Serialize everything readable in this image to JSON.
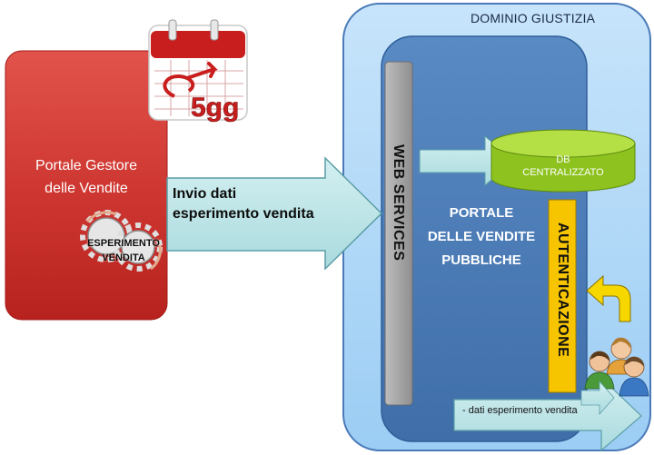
{
  "domain_title": "DOMINIO GIUSTIZIA",
  "left_box": {
    "line1": "Portale Gestore",
    "line2": "delle Vendite"
  },
  "gear_label": {
    "line1": "ESPERIMENTO",
    "line2": "VENDITA"
  },
  "calendar_badge": "5gg",
  "arrow_text": {
    "line1": "Invio dati",
    "line2": "esperimento vendita"
  },
  "web_services": "WEB SERVICES",
  "db": {
    "line1": "DB",
    "line2": "CENTRALIZZATO"
  },
  "portal": {
    "line1": "PORTALE",
    "line2": "DELLE VENDITE",
    "line3": "PUBBLICHE"
  },
  "auth": "AUTENTICAZIONE",
  "bottom_arrow": "- dati esperimento vendita",
  "colors": {
    "red_box": "#d23a34",
    "outer_domain": "#b7dcf9",
    "inner_portal": "#4f81bd",
    "ws_bar": "#a6a6a6",
    "db_green": "#9acd32",
    "auth_yellow": "#f5c400",
    "arrow_fill": "#b9e3e6"
  }
}
